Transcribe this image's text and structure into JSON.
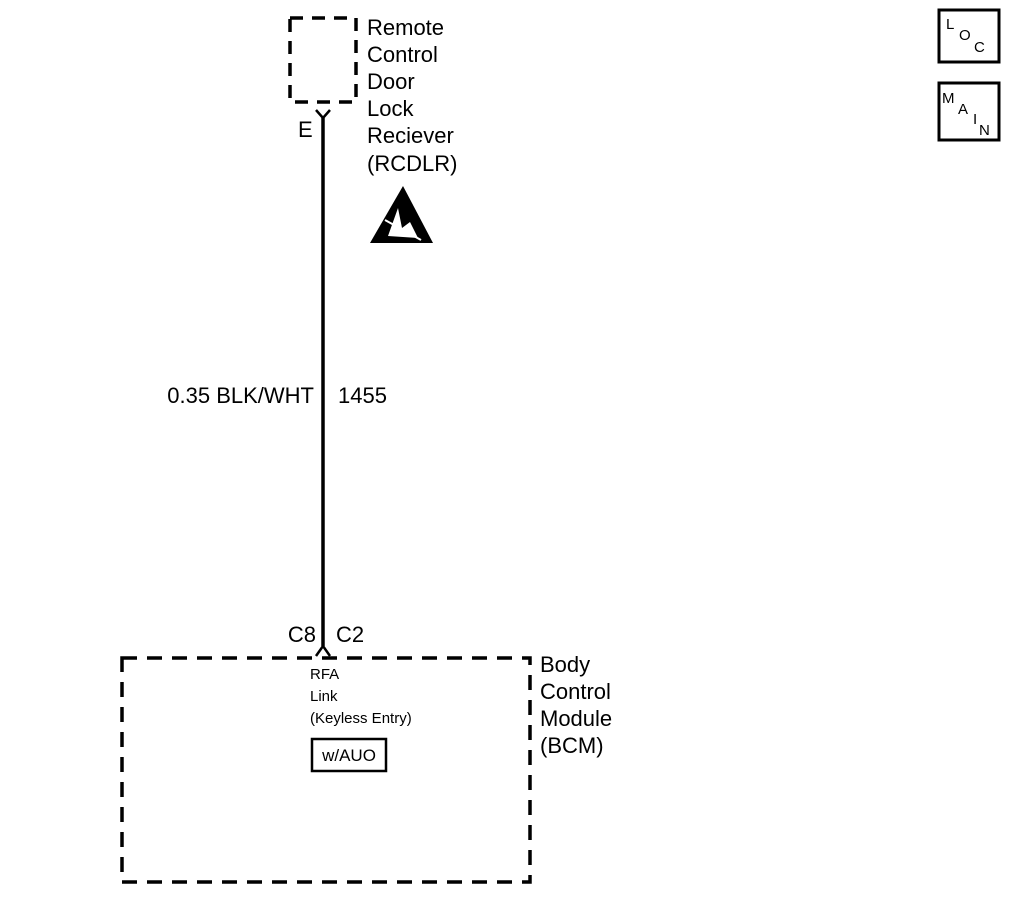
{
  "components": {
    "rcdlr": {
      "lines": [
        "Remote",
        "Control",
        "Door",
        "Lock",
        "Reciever",
        "(RCDLR)"
      ],
      "terminal": "E"
    },
    "bcm": {
      "lines": [
        "Body",
        "Control",
        "Module",
        "(BCM)"
      ],
      "connector_left": "C8",
      "connector_right": "C2",
      "circuit_lines": [
        "RFA",
        "Link",
        "(Keyless Entry)"
      ],
      "option_tag": "w/AUO"
    }
  },
  "wire": {
    "size_color": "0.35 BLK/WHT",
    "circuit_number": "1455"
  },
  "nav_icons": {
    "loc": [
      "L",
      "O",
      "C"
    ],
    "main": [
      "M",
      "A",
      "I",
      "N"
    ]
  },
  "symbols": [
    "esd-sensitive-icon"
  ]
}
